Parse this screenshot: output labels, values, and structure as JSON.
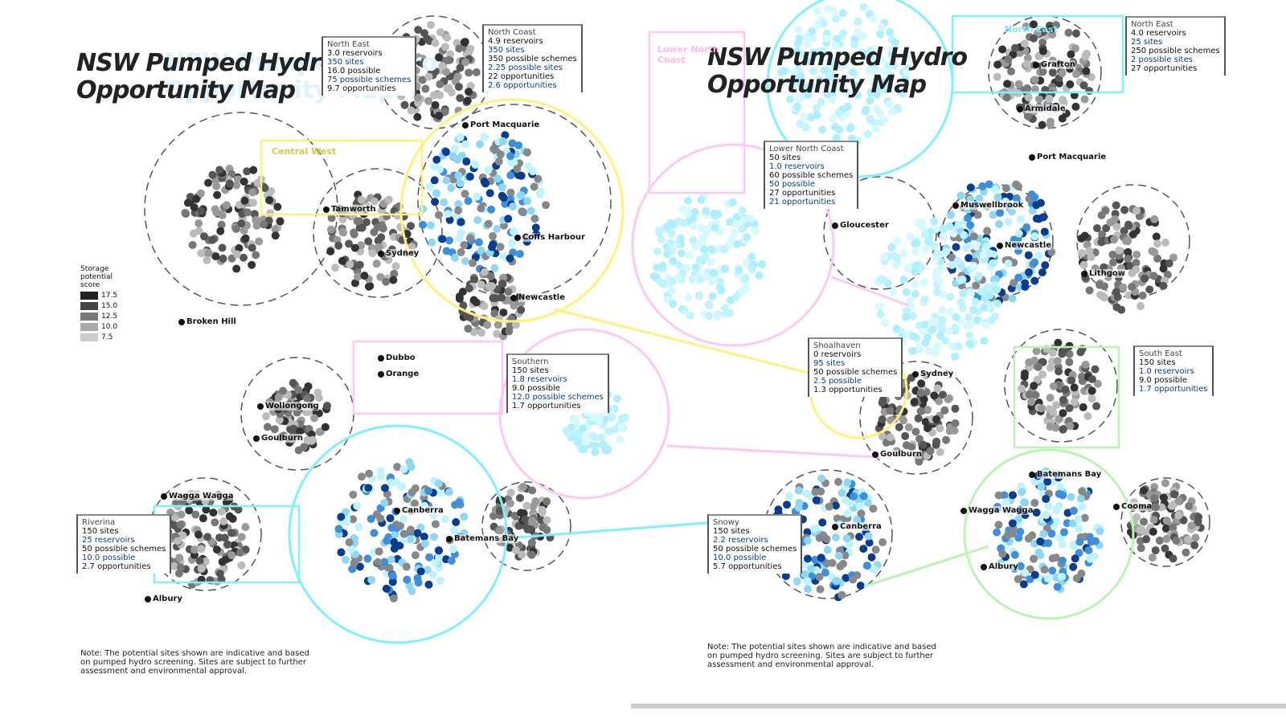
{
  "left_panel": {
    "title_line1": "NSW Pumped Hydro",
    "title_line2": "Opportunity Map",
    "ghost_line1": "NSW Pumped Hydro",
    "ghost_line2": "Opportunity Map",
    "region_central_west": "Central West",
    "legend": {
      "title": "Storage potential score",
      "items": [
        "17.5",
        "15.0",
        "12.5",
        "10.0",
        "7.5"
      ]
    },
    "stat_boxes": [
      {
        "heading": "North Coast",
        "lines": [
          "4.9 reservoirs",
          "350 sites",
          "350 possible schemes",
          "2.25 possible sites",
          "22 opportunities",
          "2.6 opportunities"
        ]
      },
      {
        "heading": "North East",
        "lines": [
          "3.0 reservoirs",
          "350 sites",
          "16.0 possible",
          "75 possible schemes",
          "9.7 opportunities"
        ]
      },
      {
        "heading": "Southern",
        "lines": [
          "150 sites",
          "1.8 reservoirs",
          "9.0 possible",
          "12.0 possible schemes",
          "1.7 opportunities"
        ]
      },
      {
        "heading": "Riverina",
        "lines": [
          "150 sites",
          "25 reservoirs",
          "50 possible schemes",
          "10.0 possible",
          "2.7 opportunities"
        ]
      }
    ],
    "places": [
      "Tamworth",
      "Coffs Harbour",
      "Port Macquarie",
      "Newcastle",
      "Sydney",
      "Wollongong",
      "Goulburn",
      "Canberra",
      "Batemans Bay",
      "Wagga Wagga",
      "Albury",
      "Orange",
      "Dubbo",
      "Broken Hill"
    ],
    "footnote": "Note: The potential sites shown are indicative and based on pumped hydro screening. Sites are subject to further assessment and environmental approval."
  },
  "right_panel": {
    "title_line1": "NSW Pumped Hydro",
    "title_line2": "Opportunity Map",
    "region_lower_north_coast": "Lower North Coast",
    "region_north_east": "North East",
    "stat_boxes": [
      {
        "heading": "Lower North Coast",
        "lines": [
          "50 sites",
          "1.0 reservoirs",
          "60 possible schemes",
          "50 possible",
          "27 opportunities",
          "21 opportunities"
        ]
      },
      {
        "heading": "North East",
        "lines": [
          "4.0 reservoirs",
          "25 sites",
          "250 possible schemes",
          "2 possible sites",
          "27 opportunities"
        ]
      },
      {
        "heading": "Shoalhaven",
        "lines": [
          "0 reservoirs",
          "95 sites",
          "50 possible schemes",
          "2.5 possible",
          "1.3 opportunities"
        ]
      },
      {
        "heading": "South East",
        "lines": [
          "150 sites",
          "1.0 reservoirs",
          "9.0 possible",
          "1.7 opportunities"
        ]
      },
      {
        "heading": "Snowy",
        "lines": [
          "150 sites",
          "2.2 reservoirs",
          "50 possible schemes",
          "10.0 possible",
          "5.7 opportunities"
        ]
      }
    ],
    "places": [
      "Grafton",
      "Armidale",
      "Port Macquarie",
      "Muswellbrook",
      "Newcastle",
      "Gloucester",
      "Lithgow",
      "Sydney",
      "Goulburn",
      "Canberra",
      "Batemans Bay",
      "Wagga Wagga",
      "Albury",
      "Cooma"
    ],
    "footnote": "Note: The potential sites shown are indicative and based on pumped hydro screening. Sites are subject to further assessment and environmental approval."
  },
  "colors": {
    "yellow": "#fff27a",
    "cyan": "#7ff0ff",
    "pink": "#ffc8f0",
    "green": "#b8f5b0",
    "dark_blue": "#0a3d8f",
    "mid_blue": "#3d8fdc",
    "light_blue": "#bff3ff",
    "grey": "#888888"
  }
}
